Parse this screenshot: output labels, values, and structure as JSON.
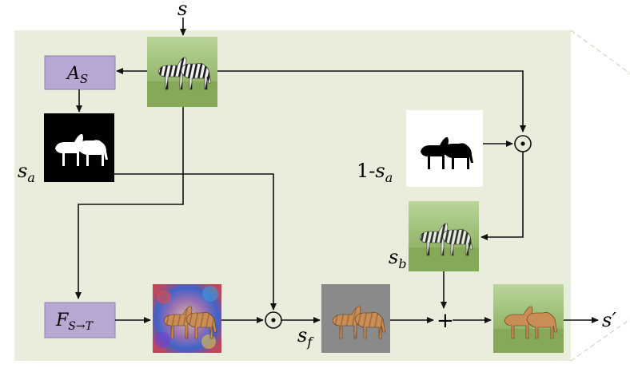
{
  "nodes": {
    "input_label": "s",
    "attention_box": {
      "main": "A",
      "sub": "S"
    },
    "translator_box": {
      "main": "F",
      "sub": "S→T"
    },
    "mask_label": {
      "main": "s",
      "sub": "a"
    },
    "inverse_mask_label": {
      "prefix": "1-",
      "main": "s",
      "sub": "a"
    },
    "background_label": {
      "main": "s",
      "sub": "b"
    },
    "foreground_label": {
      "main": "s",
      "sub": "f"
    },
    "output_label": "s′",
    "multiply_symbol": "⊙",
    "add_symbol": "+"
  },
  "colors": {
    "panel": "#e9eddc",
    "box_fill": "#b9a7d3",
    "box_stroke": "#8f7fae",
    "arrow": "#111111",
    "grass": "#86a858",
    "sky": "#aacb87",
    "zebra_light": "#f4f4f4",
    "zebra_dark": "#1b1b1b",
    "horse": "#c98d55",
    "horse_dark": "#7a4d2a",
    "gray_bg": "#8a8a8a"
  },
  "icons": [
    "zebra-photo",
    "attention-mask",
    "inverse-mask",
    "translated-image",
    "foreground-image",
    "background-image",
    "output-image"
  ]
}
